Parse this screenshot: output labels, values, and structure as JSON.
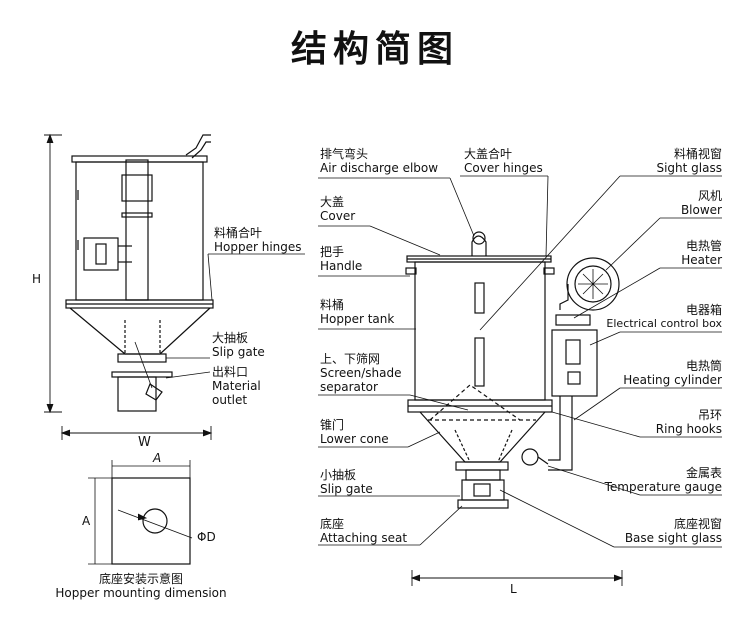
{
  "title": "结构简图",
  "left_labels": {
    "hopper_hinges": {
      "cn": "料桶合叶",
      "en": "Hopper hinges"
    },
    "slip_gate": {
      "cn": "大抽板",
      "en": "Slip gate"
    },
    "material_outlet": {
      "cn": "出料口",
      "en": "Material outlet"
    }
  },
  "dims": {
    "H": "H",
    "W": "W",
    "A_top": "A",
    "A_side": "A",
    "D": "ΦD",
    "L": "L"
  },
  "mounting": {
    "cn": "底座安装示意图",
    "en": "Hopper mounting dimension"
  },
  "center_left": [
    {
      "cn": "排气弯头",
      "en": "Air discharge elbow"
    },
    {
      "cn": "大盖",
      "en": "Cover"
    },
    {
      "cn": "把手",
      "en": "Handle"
    },
    {
      "cn": "料桶",
      "en": "Hopper tank"
    },
    {
      "cn": "上、下筛网",
      "en": "Screen/shade separator"
    },
    {
      "cn": "锥门",
      "en": "Lower cone"
    },
    {
      "cn": "小抽板",
      "en": "Slip gate"
    },
    {
      "cn": "底座",
      "en": "Attaching seat"
    }
  ],
  "cover_hinges": {
    "cn": "大盖合叶",
    "en": "Cover hinges"
  },
  "right_labels": [
    {
      "cn": "料桶视窗",
      "en": "Sight glass"
    },
    {
      "cn": "风机",
      "en": "Blower"
    },
    {
      "cn": "电热管",
      "en": "Heater"
    },
    {
      "cn": "电器箱",
      "en": "Electrical control box"
    },
    {
      "cn": "电热筒",
      "en": "Heating cylinder"
    },
    {
      "cn": "吊环",
      "en": "Ring hooks"
    },
    {
      "cn": "金属表",
      "en": "Temperature gauge"
    },
    {
      "cn": "底座视窗",
      "en": "Base sight glass"
    }
  ]
}
